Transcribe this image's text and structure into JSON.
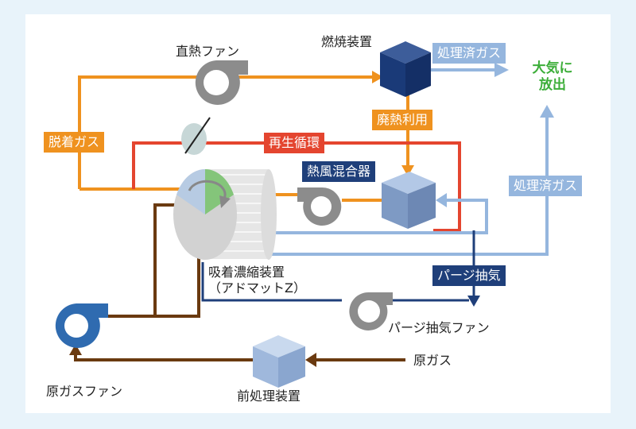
{
  "labels": {
    "direct_heat_fan": "直熱ファン",
    "combustion_device": "燃焼装置",
    "treated_gas_top": "処理済ガス",
    "atmospheric_release": "大気に\n放出",
    "desorption_gas": "脱着ガス",
    "waste_heat_use": "廃熱利用",
    "regeneration_loop": "再生循環",
    "hot_air_mixer": "熱風混合器",
    "treated_gas_right": "処理済ガス",
    "adsorption_concentrator": "吸着濃縮装置",
    "adsorption_concentrator_model": "（アドマットZ）",
    "purge_exhaust": "パージ抽気",
    "purge_exhaust_fan": "パージ抽気ファン",
    "raw_gas": "原ガス",
    "raw_gas_fan": "原ガスファン",
    "pretreatment_device": "前処理装置"
  },
  "colors": {
    "orange": "#ef921f",
    "red": "#e4452f",
    "navy": "#1f3f7a",
    "light_blue": "#95b6de",
    "brown": "#6a3a10",
    "gray_fan": "#8c8c8c",
    "blue_fan": "#2f6bb0",
    "green_text": "#3dae3a"
  }
}
